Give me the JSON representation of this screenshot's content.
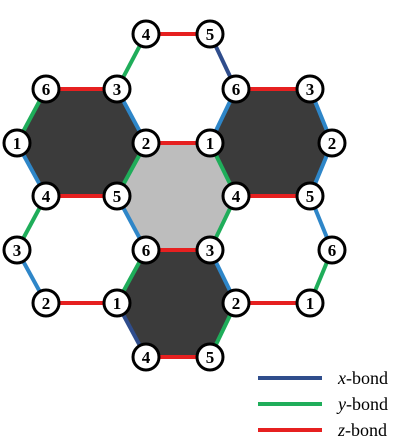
{
  "colors": {
    "x_bond": "#2f4d8c",
    "y_bond": "#1fad5a",
    "z_bond": "#e62020",
    "hex_dark": "#3b3b3b",
    "hex_light": "#bdbdbd",
    "node_fill": "#ffffff",
    "node_stroke": "#000000",
    "unmarked_bond": "#2e86c8"
  },
  "hexagons": [
    {
      "id": "top-left",
      "fill": "dark"
    },
    {
      "id": "top-right",
      "fill": "dark"
    },
    {
      "id": "center",
      "fill": "light"
    },
    {
      "id": "bottom",
      "fill": "dark"
    },
    {
      "id": "top",
      "fill": "none"
    },
    {
      "id": "left",
      "fill": "none"
    },
    {
      "id": "right",
      "fill": "none"
    }
  ],
  "nodes": [
    {
      "id": "n1",
      "label": "4"
    },
    {
      "id": "n2",
      "label": "5"
    },
    {
      "id": "n3",
      "label": "6"
    },
    {
      "id": "n4",
      "label": "3"
    },
    {
      "id": "n5",
      "label": "6"
    },
    {
      "id": "n6",
      "label": "3"
    },
    {
      "id": "n7",
      "label": "1"
    },
    {
      "id": "n8",
      "label": "2"
    },
    {
      "id": "n9",
      "label": "1"
    },
    {
      "id": "n10",
      "label": "2"
    },
    {
      "id": "n11",
      "label": "4"
    },
    {
      "id": "n12",
      "label": "5"
    },
    {
      "id": "n13",
      "label": "4"
    },
    {
      "id": "n14",
      "label": "5"
    },
    {
      "id": "n15",
      "label": "3"
    },
    {
      "id": "n16",
      "label": "6"
    },
    {
      "id": "n17",
      "label": "3"
    },
    {
      "id": "n18",
      "label": "6"
    },
    {
      "id": "n19",
      "label": "2"
    },
    {
      "id": "n20",
      "label": "1"
    },
    {
      "id": "n21",
      "label": "2"
    },
    {
      "id": "n22",
      "label": "1"
    },
    {
      "id": "n23",
      "label": "4"
    },
    {
      "id": "n24",
      "label": "5"
    }
  ],
  "bonds": [
    {
      "a": "n1",
      "b": "n2",
      "type": "z"
    },
    {
      "a": "n1",
      "b": "n4",
      "type": "y"
    },
    {
      "a": "n2",
      "b": "n5",
      "type": "x"
    },
    {
      "a": "n3",
      "b": "n4",
      "type": "z"
    },
    {
      "a": "n3",
      "b": "n7",
      "type": "y"
    },
    {
      "a": "n4",
      "b": "n8",
      "type": "u"
    },
    {
      "a": "n7",
      "b": "n11",
      "type": "u"
    },
    {
      "a": "n8",
      "b": "n9",
      "type": "z"
    },
    {
      "a": "n8",
      "b": "n12",
      "type": "y"
    },
    {
      "a": "n11",
      "b": "n12",
      "type": "z"
    },
    {
      "a": "n5",
      "b": "n6",
      "type": "z"
    },
    {
      "a": "n5",
      "b": "n9",
      "type": "u"
    },
    {
      "a": "n6",
      "b": "n10",
      "type": "u"
    },
    {
      "a": "n9",
      "b": "n13",
      "type": "y"
    },
    {
      "a": "n10",
      "b": "n14",
      "type": "u"
    },
    {
      "a": "n13",
      "b": "n14",
      "type": "z"
    },
    {
      "a": "n11",
      "b": "n15",
      "type": "y"
    },
    {
      "a": "n15",
      "b": "n19",
      "type": "u"
    },
    {
      "a": "n19",
      "b": "n20",
      "type": "z"
    },
    {
      "a": "n12",
      "b": "n16",
      "type": "u"
    },
    {
      "a": "n16",
      "b": "n20",
      "type": "y"
    },
    {
      "a": "n16",
      "b": "n17",
      "type": "z"
    },
    {
      "a": "n13",
      "b": "n17",
      "type": "y"
    },
    {
      "a": "n14",
      "b": "n18",
      "type": "u"
    },
    {
      "a": "n18",
      "b": "n22",
      "type": "y"
    },
    {
      "a": "n21",
      "b": "n22",
      "type": "z"
    },
    {
      "a": "n17",
      "b": "n21",
      "type": "u"
    },
    {
      "a": "n20",
      "b": "n23",
      "type": "x"
    },
    {
      "a": "n21",
      "b": "n24",
      "type": "y"
    },
    {
      "a": "n23",
      "b": "n24",
      "type": "z"
    }
  ],
  "legend": [
    {
      "type": "x",
      "var": "x",
      "suffix": "-bond"
    },
    {
      "type": "y",
      "var": "y",
      "suffix": "-bond"
    },
    {
      "type": "z",
      "var": "z",
      "suffix": "-bond"
    }
  ]
}
